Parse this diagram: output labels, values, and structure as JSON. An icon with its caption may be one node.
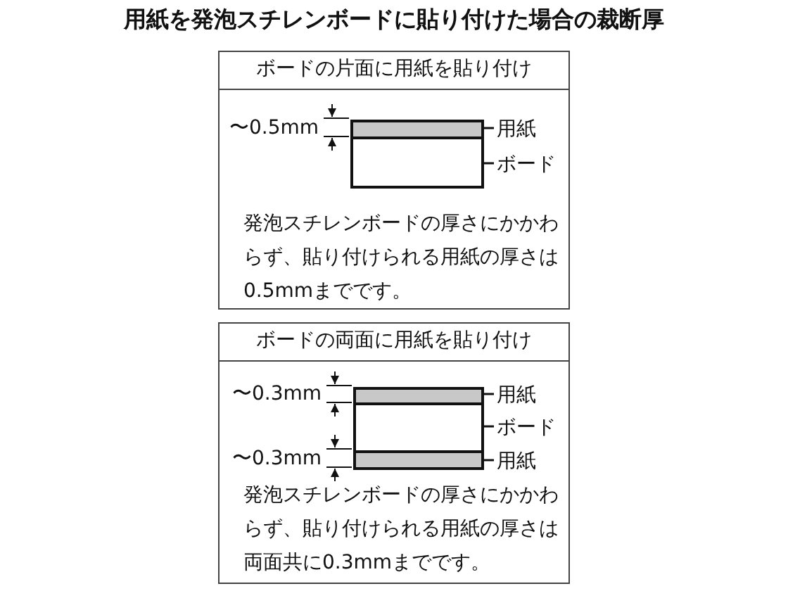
{
  "diagram": {
    "title": "用紙を発泡スチレンボードに貼り付けた場合の裁断厚",
    "nodes": [
      {
        "text": [
          "ボードの片面に用紙を貼り付け",
          "発泡スチレンボードの厚さにかかわらず、貼り付けられる用紙の厚さは0.5mmまでです。"
        ]
      },
      {
        "text": [],
        "shape": "bar",
        "in": 0
      },
      {
        "text": [],
        "shape": "box",
        "in": 0
      },
      {
        "text": [
          "用紙"
        ],
        "in": 0
      },
      {
        "text": [
          "ボード"
        ],
        "in": 0
      },
      {
        "text": [
          "ボードの両面に用紙を貼り付け",
          "発泡スチレンボードの厚さにかかわらず、貼り付けられる用紙の厚さは両面共に0.3mmまでです。"
        ]
      },
      {
        "text": [],
        "shape": "bar",
        "in": 5
      },
      {
        "text": [],
        "shape": "box",
        "in": 5
      },
      {
        "text": [],
        "shape": "bar",
        "in": 5
      },
      {
        "text": [
          "用紙"
        ],
        "in": 5
      },
      {
        "text": [
          "ボード"
        ],
        "in": 5
      },
      {
        "text": [
          "用紙"
        ],
        "in": 5
      }
    ],
    "edges": [
      {
        "from": 3,
        "to": 1,
        "arrow": "none"
      },
      {
        "from": 4,
        "to": 2,
        "arrow": "none"
      },
      {
        "from": 9,
        "to": 6,
        "arrow": "none"
      },
      {
        "from": 10,
        "to": 7,
        "arrow": "none"
      },
      {
        "from": 11,
        "to": 8,
        "arrow": "none"
      }
    ],
    "labels": [
      "〜0.5mm",
      "〜0.3mm",
      "〜0.3mm"
    ]
  }
}
